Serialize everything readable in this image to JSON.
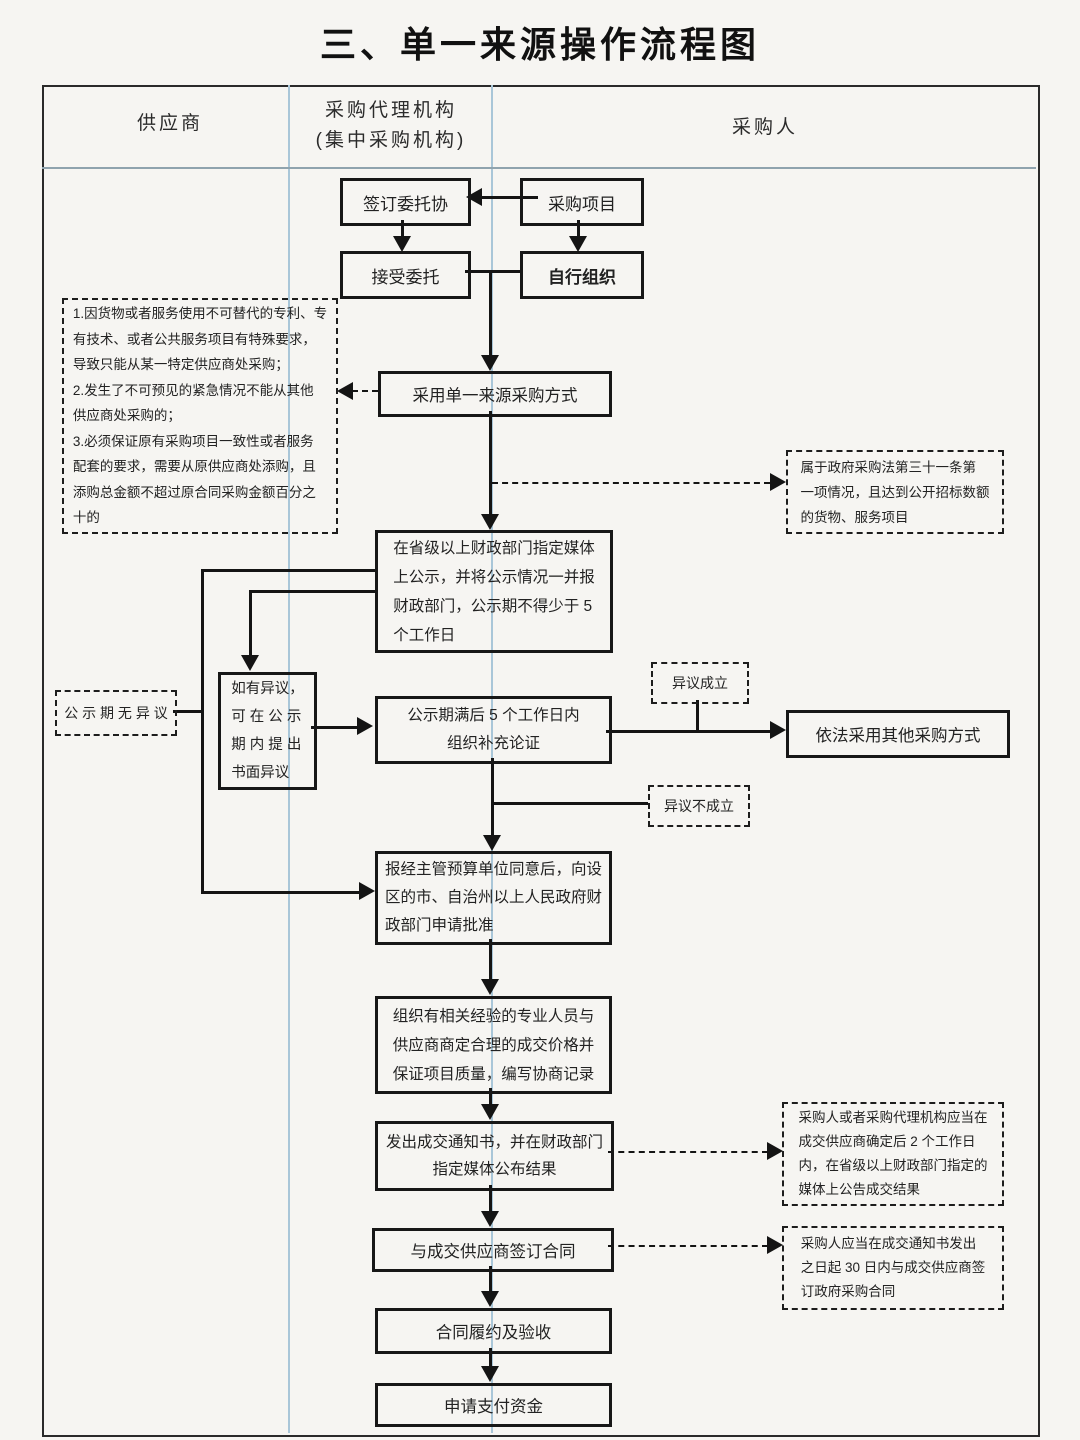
{
  "title": "三、单一来源操作流程图",
  "lanes": {
    "supplier": "供应商",
    "agency_line1": "采购代理机构",
    "agency_line2": "(集中采购机构)",
    "purchaser": "采购人"
  },
  "nodes": {
    "sign_agreement": "签订委托协",
    "procurement_project": "采购项目",
    "accept_entrustment": "接受委托",
    "self_organize": "自行组织",
    "adopt_single_source": "采用单一来源采购方式",
    "publicity": "在省级以上财政部门指定媒体\n上公示，并将公示情况一并报\n财政部门，公示期不得少于 5\n个工作日",
    "objection_submit": "如有异议，\n可 在 公 示\n期 内 提 出\n书面异议",
    "supplement_demonstration": "公示期满后 5 个工作日内\n组织补充论证",
    "other_method": "依法采用其他采购方式",
    "apply_approval": "报经主管预算单位同意后，向设\n区的市、自治州以上人民政府财\n政部门申请批准",
    "organize_negotiation": "组织有相关经验的专业人员与\n供应商商定合理的成交价格并\n保证项目质量，编写协商记录",
    "issue_notice": "发出成交通知书，并在财政部门\n指定媒体公布结果",
    "sign_contract": "与成交供应商签订合同",
    "contract_performance": "合同履约及验收",
    "apply_payment": "申请支付资金"
  },
  "annotations": {
    "conditions": "1.因货物或者服务使用不可替代的专利、专\n有技术、或者公共服务项目有特殊要求，\n导致只能从某一特定供应商处采购；\n2.发生了不可预见的紧急情况不能从其他\n供应商处采购的；\n3.必须保证原有采购项目一致性或者服务\n配套的要求，需要从原供应商处添购，且\n添购总金额不超过原合同采购金额百分之\n十的",
    "law_condition": "属于政府采购法第三十一条第\n一项情况，且达到公开招标数额\n的货物、服务项目",
    "no_objection": "公 示 期 无 异 议",
    "objection_valid": "异议成立",
    "objection_invalid": "异议不成立",
    "announce_result": "采购人或者采购代理机构应当在\n成交供应商确定后 2 个工作日\n内，在省级以上财政部门指定的\n媒体上公告成交结果",
    "sign_within_30days": "采购人应当在成交通知书发出\n之日起 30 日内与成交供应商签\n订政府采购合同"
  },
  "colors": {
    "line": "#141414",
    "lane_divider": "#a9c6d8",
    "background": "#f6f5f2"
  }
}
